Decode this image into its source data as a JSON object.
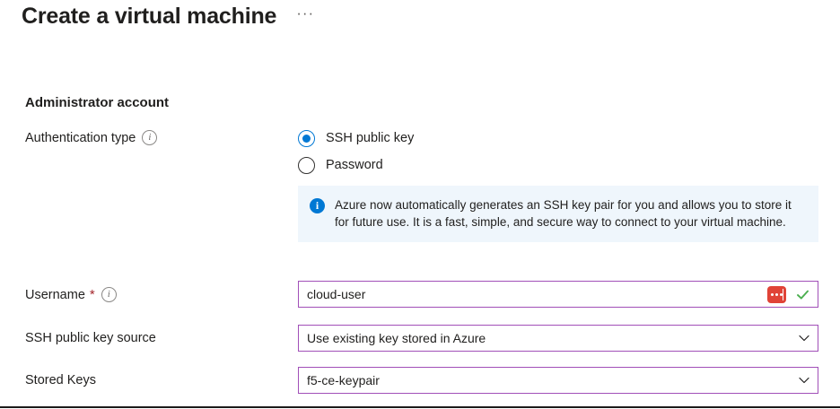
{
  "header": {
    "title": "Create a virtual machine",
    "more_menu": "···"
  },
  "section": {
    "title": "Administrator account"
  },
  "authentication": {
    "label": "Authentication type",
    "info_icon": "info-icon",
    "options": [
      {
        "label": "SSH public key",
        "selected": true
      },
      {
        "label": "Password",
        "selected": false
      }
    ]
  },
  "banner": {
    "icon": "info-circle-icon",
    "text": "Azure now automatically generates an SSH key pair for you and allows you to store it for future use. It is a fast, simple, and secure way to connect to your virtual machine."
  },
  "fields": {
    "username": {
      "label": "Username",
      "required_marker": "*",
      "value": "cloud-user",
      "placeholder": "",
      "autofill_icon": "password-manager-icon",
      "valid_icon": "checkmark-icon"
    },
    "key_source": {
      "label": "SSH public key source",
      "value": "Use existing key stored in Azure",
      "chevron_icon": "chevron-down-icon"
    },
    "stored_keys": {
      "label": "Stored Keys",
      "value": "f5-ce-keypair",
      "chevron_icon": "chevron-down-icon"
    }
  },
  "colors": {
    "accent_blue": "#0078d4",
    "field_border_purple": "#a14fb8",
    "required_red": "#a4262c",
    "banner_bg": "#eff6fc",
    "valid_green": "#4caf50",
    "autofill_red": "#e04337"
  }
}
